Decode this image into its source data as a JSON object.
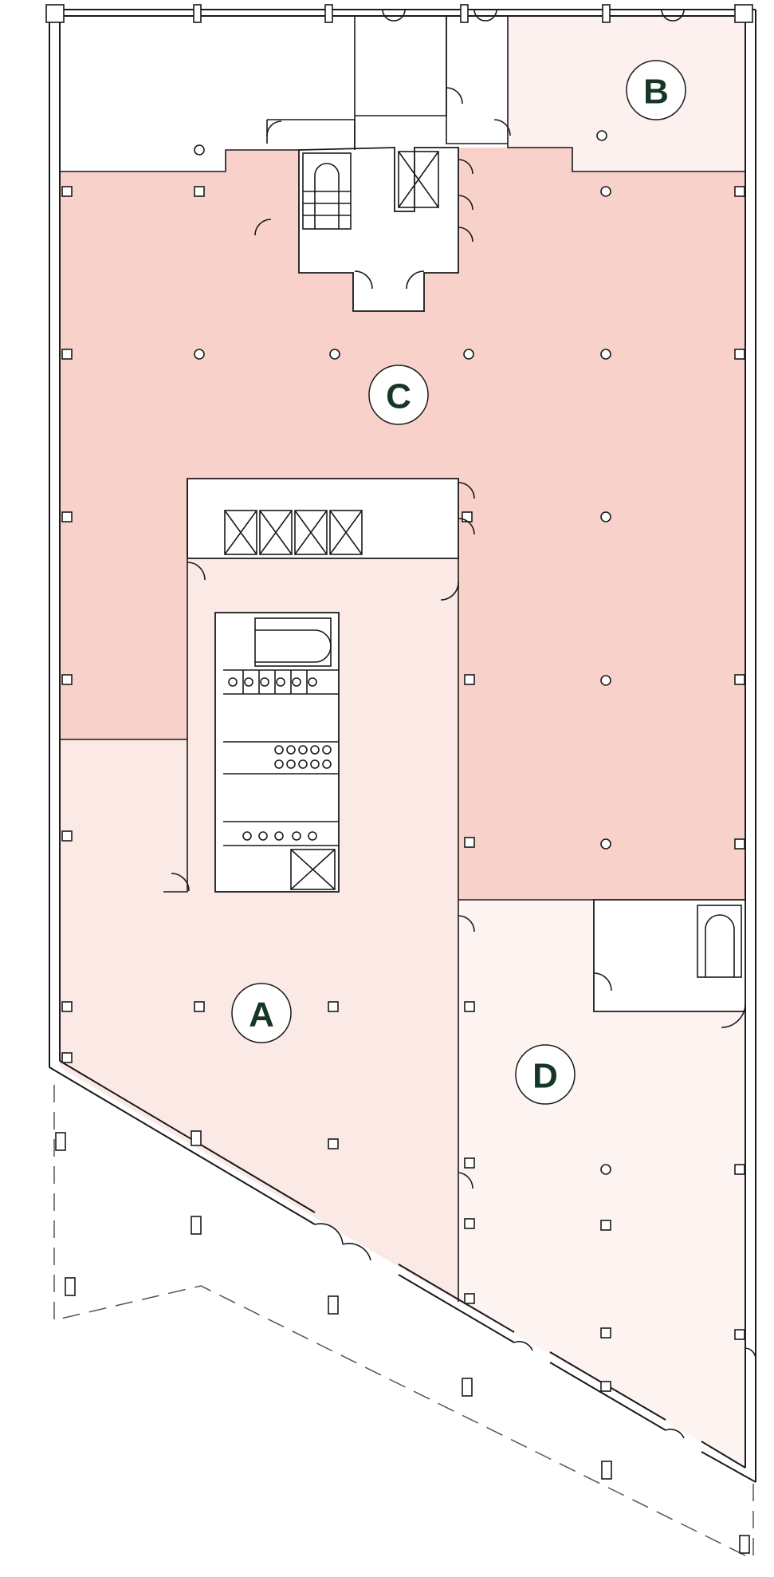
{
  "colors": {
    "wall": "#1a1a1a",
    "label_text": "#163626",
    "zone_a": "#fbe9e5",
    "zone_b": "#fdf1ef",
    "zone_c": "#f8d2ca",
    "zone_d": "#fdf4f2"
  },
  "zones": [
    {
      "id": "A",
      "label": "A"
    },
    {
      "id": "B",
      "label": "B"
    },
    {
      "id": "C",
      "label": "C"
    },
    {
      "id": "D",
      "label": "D"
    }
  ],
  "icons": [
    "stair-icon",
    "elevator-icon",
    "door-swing-icon",
    "column-icon",
    "toilet-icon"
  ]
}
